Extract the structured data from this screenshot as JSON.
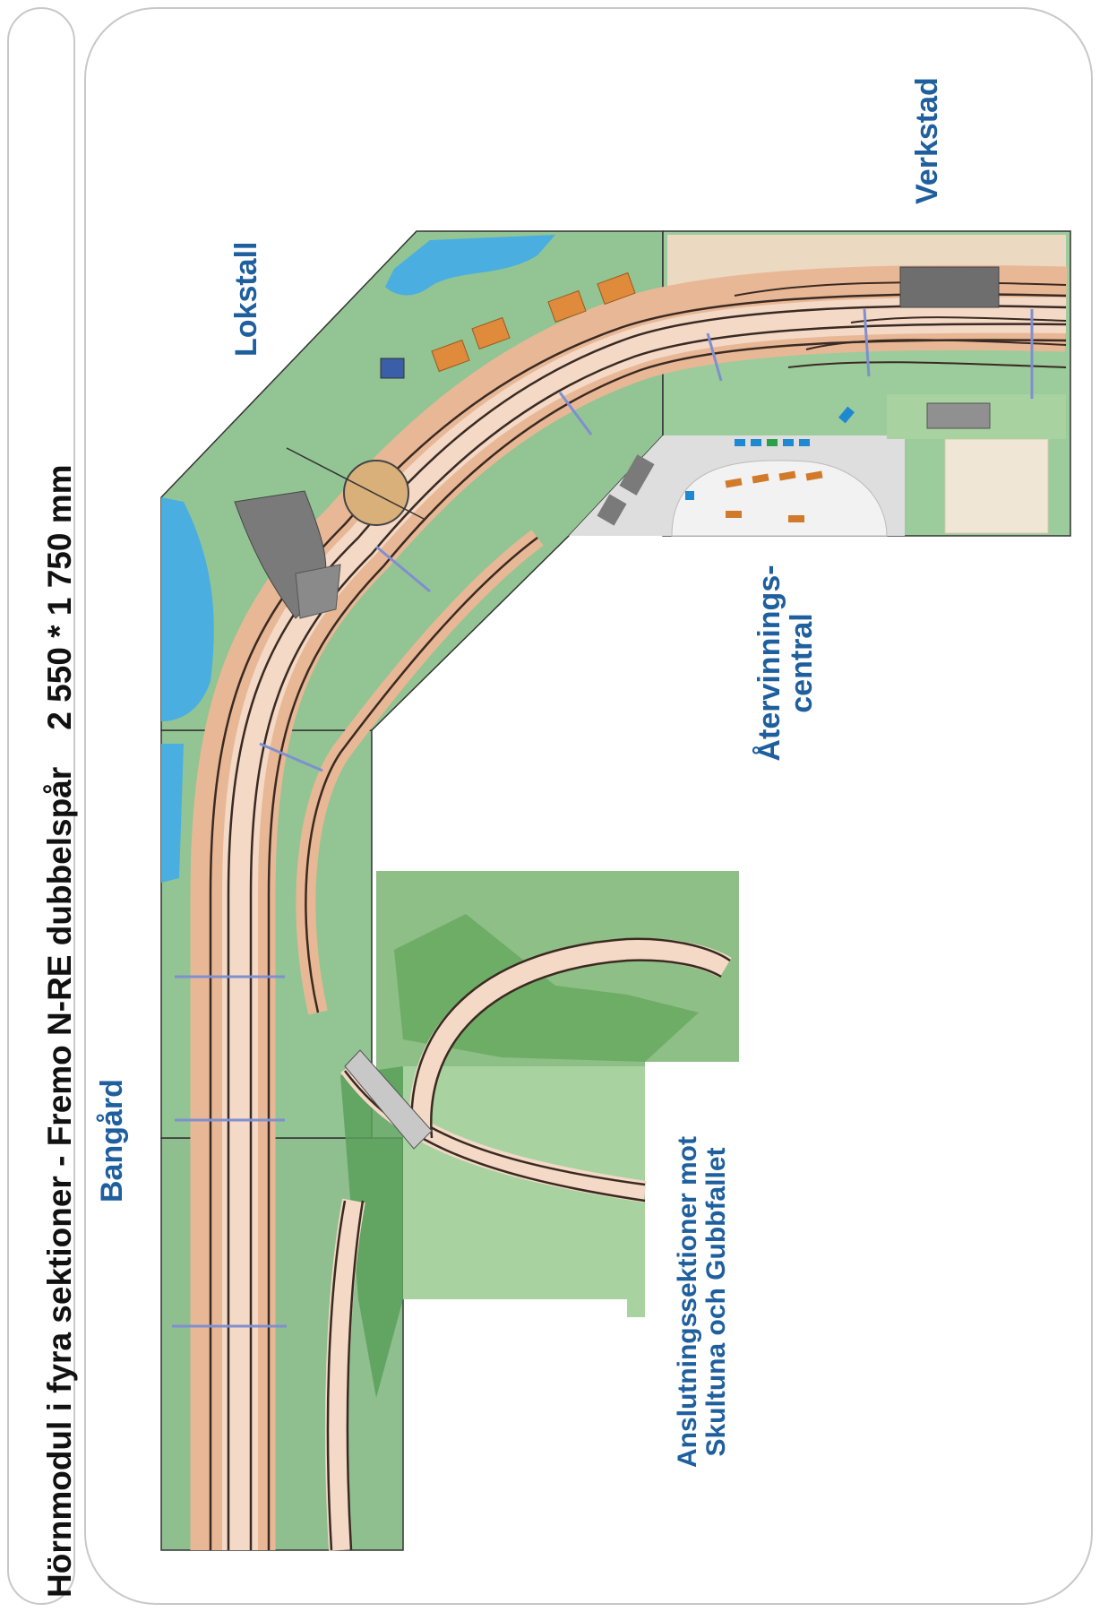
{
  "title": {
    "main": "Hörnmodul i fyra sektioner -  Fremo N-RE dubbelspår",
    "dimensions": "2 550 * 1 750 mm"
  },
  "labels": {
    "lokstall": "Lokstall",
    "verkstad": "Verkstad",
    "bangard": "Bangård",
    "atervinning_line1": "Återvinnings-",
    "atervinning_line2": "central",
    "anslutning_line1": "Anslutningssektioner mot",
    "anslutning_line2": "Skultuna och Gubbfallet"
  },
  "colors": {
    "label_blue": "#1f5f9e",
    "grass": "#8dbe8d",
    "grass_light": "#a8d3a1",
    "grass_dark": "#5aa05a",
    "trackbed": "#e8b896",
    "trackbed_light": "#f3d9c6",
    "water": "#4aaee0",
    "sand": "#f0d9c4",
    "gravel": "#d9d9d9",
    "roof_orange": "#e08a3c",
    "building_gray": "#6e6e6e",
    "section_marker": "#7f8fd0"
  }
}
